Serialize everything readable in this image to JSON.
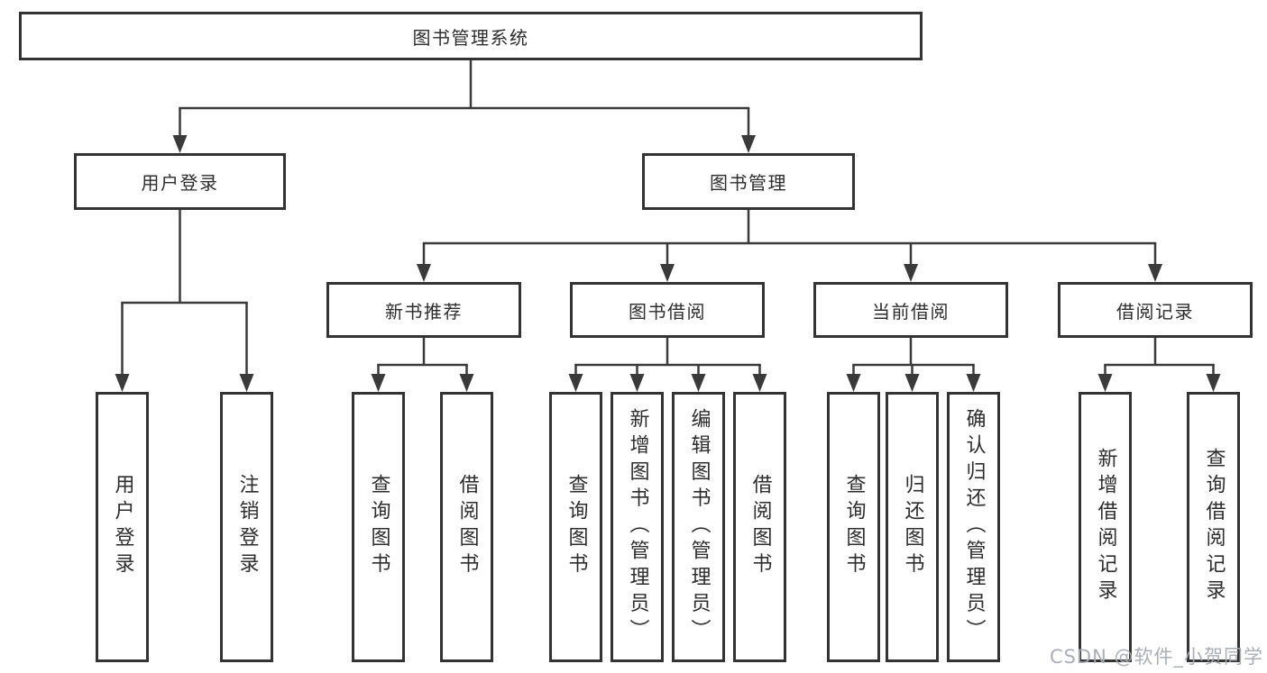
{
  "diagram": {
    "nodes": {
      "root": {
        "label": "图书管理系统"
      },
      "user_login": {
        "label": "用户登录"
      },
      "book_mgmt": {
        "label": "图书管理"
      },
      "new_book_rec": {
        "label": "新书推荐"
      },
      "book_borrow": {
        "label": "图书借阅"
      },
      "current_borrow": {
        "label": "当前借阅"
      },
      "borrow_records": {
        "label": "借阅记录"
      },
      "leaf_user_login": {
        "label": "用户登录"
      },
      "leaf_logout": {
        "label": "注销登录"
      },
      "leaf_query_books_1": {
        "label": "查询图书"
      },
      "leaf_borrow_books_1": {
        "label": "借阅图书"
      },
      "leaf_query_books_2": {
        "label": "查询图书"
      },
      "leaf_add_books_admin": {
        "label": "新增图书（管理员）"
      },
      "leaf_edit_books_admin": {
        "label": "编辑图书（管理员）"
      },
      "leaf_borrow_books_2": {
        "label": "借阅图书"
      },
      "leaf_query_books_3": {
        "label": "查询图书"
      },
      "leaf_return_books": {
        "label": "归还图书"
      },
      "leaf_confirm_return_admin": {
        "label": "确认归还（管理员）"
      },
      "leaf_add_borrow_record": {
        "label": "新增借阅记录"
      },
      "leaf_query_borrow_record": {
        "label": "查询借阅记录"
      }
    },
    "hierarchy": [
      {
        "parent": "root",
        "children": [
          "user_login",
          "book_mgmt"
        ]
      },
      {
        "parent": "user_login",
        "children": [
          "leaf_user_login",
          "leaf_logout"
        ]
      },
      {
        "parent": "book_mgmt",
        "children": [
          "new_book_rec",
          "book_borrow",
          "current_borrow",
          "borrow_records"
        ]
      },
      {
        "parent": "new_book_rec",
        "children": [
          "leaf_query_books_1",
          "leaf_borrow_books_1"
        ]
      },
      {
        "parent": "book_borrow",
        "children": [
          "leaf_query_books_2",
          "leaf_add_books_admin",
          "leaf_edit_books_admin",
          "leaf_borrow_books_2"
        ]
      },
      {
        "parent": "current_borrow",
        "children": [
          "leaf_query_books_3",
          "leaf_return_books",
          "leaf_confirm_return_admin"
        ]
      },
      {
        "parent": "borrow_records",
        "children": [
          "leaf_add_borrow_record",
          "leaf_query_borrow_record"
        ]
      }
    ]
  },
  "watermark": {
    "text": "CSDN @软件_小贺同学"
  },
  "colors": {
    "line": "#3a3a3a",
    "box_border": "#333333",
    "text": "#2d2d2d",
    "watermark": "#a5aab2",
    "background": "#ffffff"
  }
}
